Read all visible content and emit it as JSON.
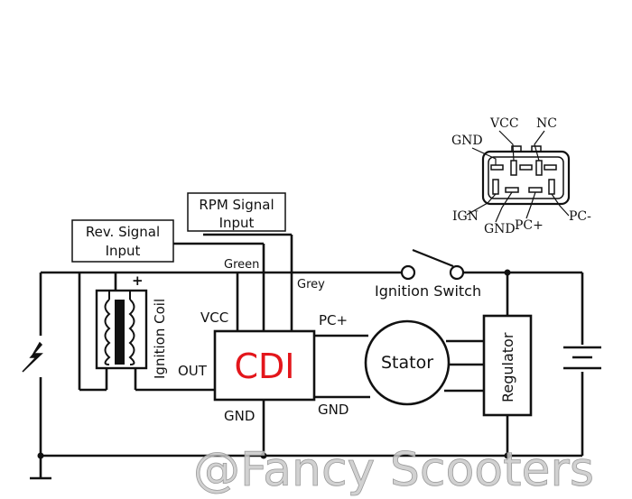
{
  "colors": {
    "wire": "#111111",
    "cdi_text": "#e3161b",
    "watermark": "#c9c9c9",
    "background": "#ffffff"
  },
  "labels": {
    "rev_signal": [
      "Rev. Signal",
      "Input"
    ],
    "rpm_signal": [
      "RPM Signal",
      "Input"
    ],
    "green": "Green",
    "grey": "Grey",
    "ignition_switch": "Ignition Switch",
    "plus": "+",
    "ignition_coil": "Ignition Coil",
    "vcc": "VCC",
    "out": "OUT",
    "pc_plus": "PC+",
    "gnd_cdi": "GND",
    "gnd_stator": "GND",
    "cdi": "CDI",
    "stator": "Stator",
    "regulator": "Regulator"
  },
  "connector": {
    "gnd_top": "GND",
    "vcc": "VCC",
    "nc": "NC",
    "ign": "IGN",
    "gnd_bottom": "GND",
    "pc_plus": "PC+",
    "pc_minus": "PC-"
  },
  "icons": [
    "spark-plug-icon",
    "battery-icon",
    "ground-icon",
    "switch-icon",
    "coil-icon",
    "connector-icon"
  ],
  "watermark": "@Fancy Scooters"
}
